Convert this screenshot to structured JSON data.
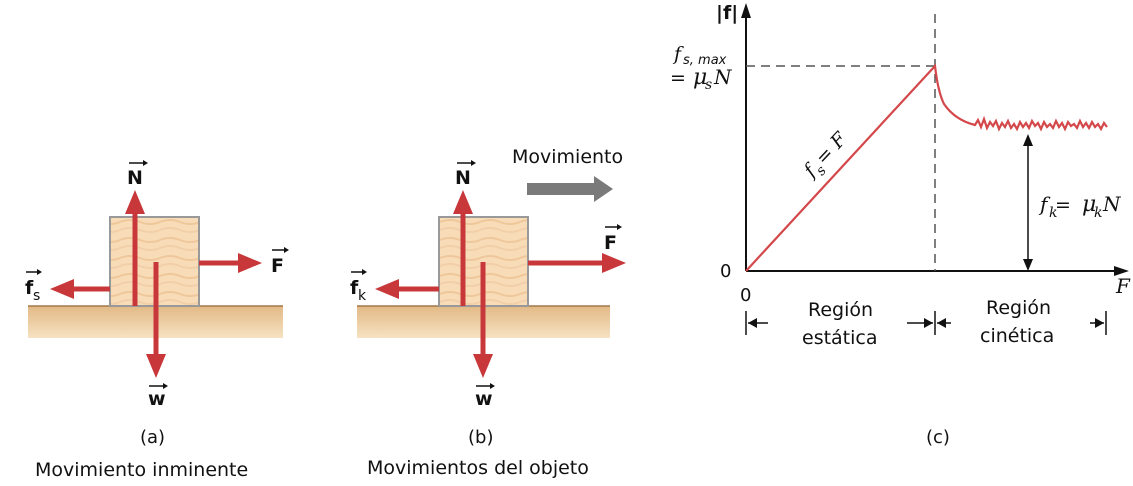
{
  "panel_a": {
    "force_N": "N",
    "force_f": "f",
    "force_f_sub": "s",
    "force_F": "F",
    "force_w": "w",
    "caption": "(a)",
    "title": "Movimiento inminente"
  },
  "panel_b": {
    "motion_label": "Movimiento",
    "force_N": "N",
    "force_f": "f",
    "force_f_sub": "k",
    "force_F": "F",
    "force_w": "w",
    "caption": "(b)",
    "title": "Movimientos del objeto"
  },
  "panel_c": {
    "y_axis_label": "|f|",
    "x_axis_label": "F",
    "origin_y": "0",
    "origin_x": "0",
    "fsmax_line1_f": "f",
    "fsmax_line1_sub": "s, max",
    "fsmax_line2_eq": "= ",
    "fsmax_line2_mu": "μ",
    "fsmax_line2_sub": "s",
    "fsmax_line2_N": "N",
    "slope_label_f": "f",
    "slope_label_sub": "s",
    "slope_label_rest": " = F",
    "fk_f": "f",
    "fk_sub": "k",
    "fk_eq": " = ",
    "fk_mu": "μ",
    "fk_mu_sub": "k",
    "fk_N": "N",
    "region_static_line1": "Región",
    "region_static_line2": "estática",
    "region_kinetic_line1": "Región",
    "region_kinetic_line2": "cinética",
    "caption": "(c)"
  },
  "colors": {
    "arrow_red": "#c8383a",
    "curve_red": "#d4474a",
    "ground": "#e9c99a",
    "block": "#f5d6b0",
    "gray_arrow": "#7a7a7a"
  }
}
